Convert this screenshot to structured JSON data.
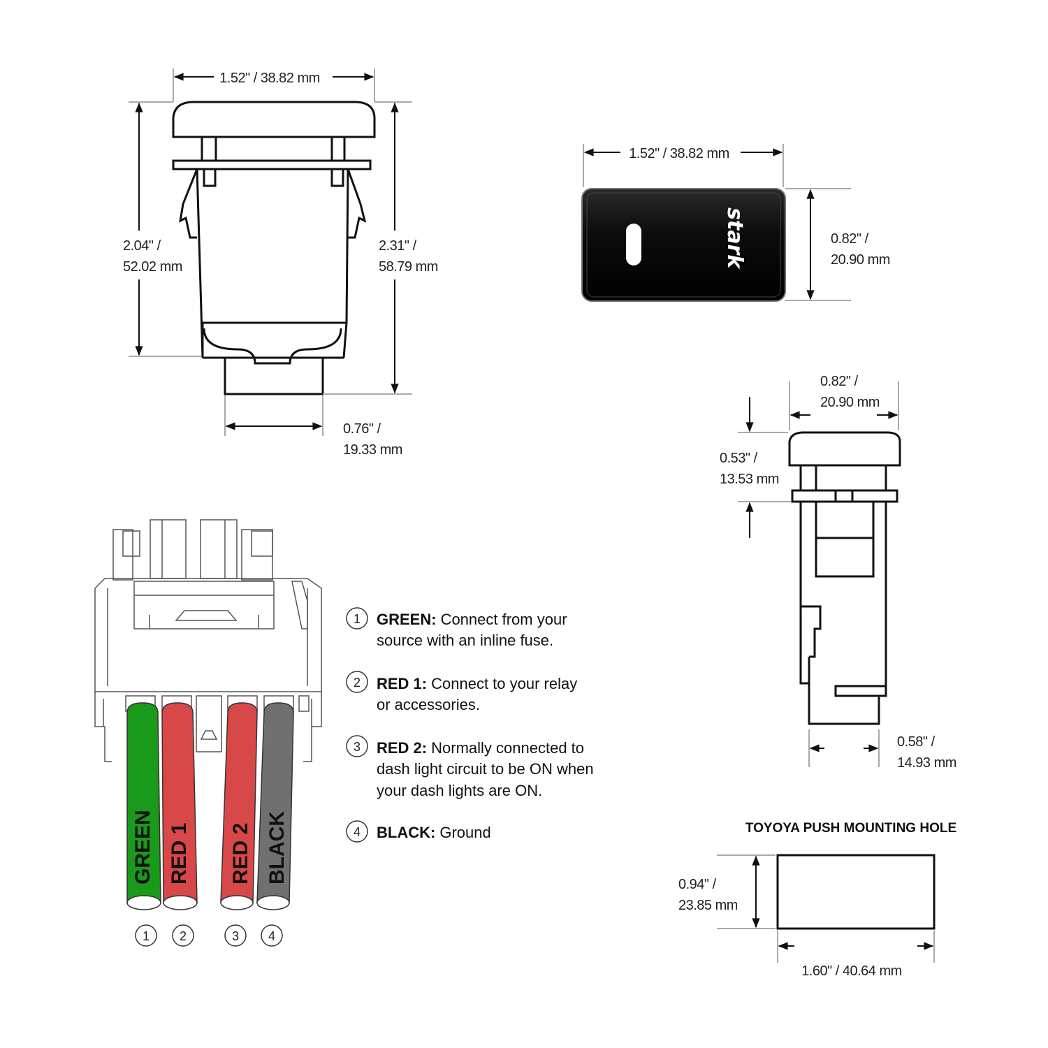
{
  "colors": {
    "green_wire": "#1a9a1a",
    "red_wire": "#d94848",
    "black_wire": "#707070",
    "face": "#111111"
  },
  "front_view": {
    "width_dim": "1.52\" / 38.82 mm",
    "body_height_dim": [
      "2.04\" /",
      "52.02 mm"
    ],
    "total_height_dim": [
      "2.31\" /",
      "58.79 mm"
    ],
    "connector_width_dim": [
      "0.76\" /",
      "19.33 mm"
    ]
  },
  "face_view": {
    "width_dim": "1.52\" / 38.82 mm",
    "height_dim": [
      "0.82\" /",
      "20.90 mm"
    ],
    "logo_text": "stark",
    "logo_icon": "stark-logo-icon",
    "indicator_icon": "indicator-light-icon"
  },
  "side_view": {
    "width_dim": [
      "0.82\" /",
      "20.90 mm"
    ],
    "cap_height_dim": [
      "0.53\" /",
      "13.53 mm"
    ],
    "connector_depth_dim": [
      "0.58\" /",
      "14.93 mm"
    ]
  },
  "connector": {
    "wires": [
      {
        "label": "GREEN",
        "number": "1"
      },
      {
        "label": "RED 1",
        "number": "2"
      },
      {
        "label": "RED 2",
        "number": "3"
      },
      {
        "label": "BLACK",
        "number": "4"
      }
    ]
  },
  "legend": [
    {
      "number": "1",
      "name": "GREEN:",
      "lines": [
        "Connect from your",
        "source with an inline fuse."
      ]
    },
    {
      "number": "2",
      "name": "RED 1:",
      "lines": [
        "Connect to your relay",
        "or accessories."
      ]
    },
    {
      "number": "3",
      "name": "RED 2:",
      "lines": [
        "Normally connected to",
        "dash light circuit to be ON when",
        "your dash lights are ON."
      ]
    },
    {
      "number": "4",
      "name": "BLACK:",
      "lines": [
        "Ground"
      ]
    }
  ],
  "mounting_hole": {
    "title": "TOYOYA PUSH MOUNTING HOLE",
    "height_dim": [
      "0.94\" /",
      "23.85 mm"
    ],
    "width_dim": "1.60\" / 40.64 mm"
  }
}
